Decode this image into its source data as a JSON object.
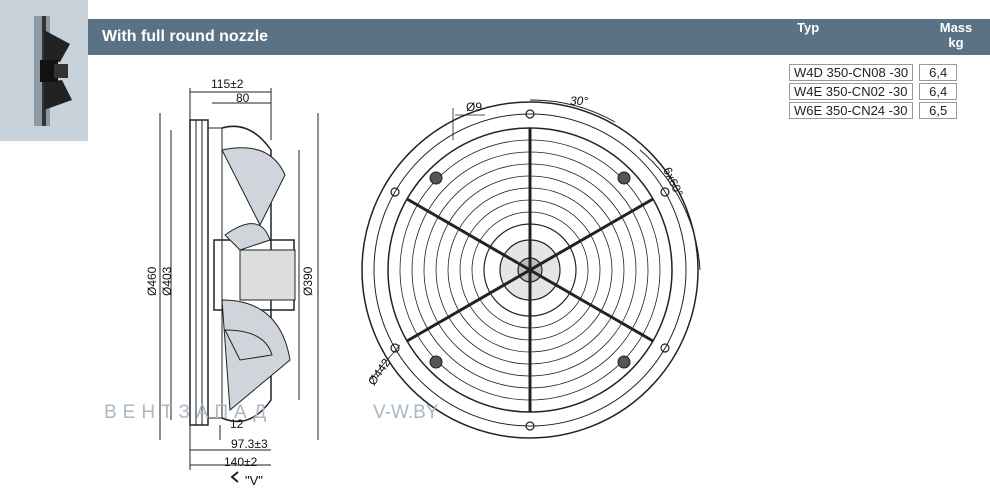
{
  "header": {
    "title": "With full round nozzle",
    "col_typ": "Typ",
    "col_mass_line1": "Mass",
    "col_mass_line2": "kg"
  },
  "models": [
    {
      "typ": "W4D 350-CN08 -30",
      "mass": "6,4"
    },
    {
      "typ": "W4E 350-CN02 -30",
      "mass": "6,4"
    },
    {
      "typ": "W6E 350-CN24 -30",
      "mass": "6,5"
    }
  ],
  "side_view": {
    "dim_115": "115±2",
    "dim_80": "80",
    "dim_460": "Ø460",
    "dim_403": "Ø403",
    "dim_390": "Ø390",
    "dim_12": "12",
    "dim_97": "97.3±3",
    "dim_140": "140±2",
    "view_label": "\"V\""
  },
  "front_view": {
    "dim_9": "Ø9",
    "dim_30deg": "30°",
    "dim_6x60": "6x60°",
    "dim_442": "Ø442"
  },
  "watermark": {
    "brand": "ВЕНТЗАПАД",
    "site": "V-W.BY"
  },
  "colors": {
    "banner": "#5a7186",
    "thumb_bg": "#c7d2da",
    "watermark": "#aab7c4"
  }
}
